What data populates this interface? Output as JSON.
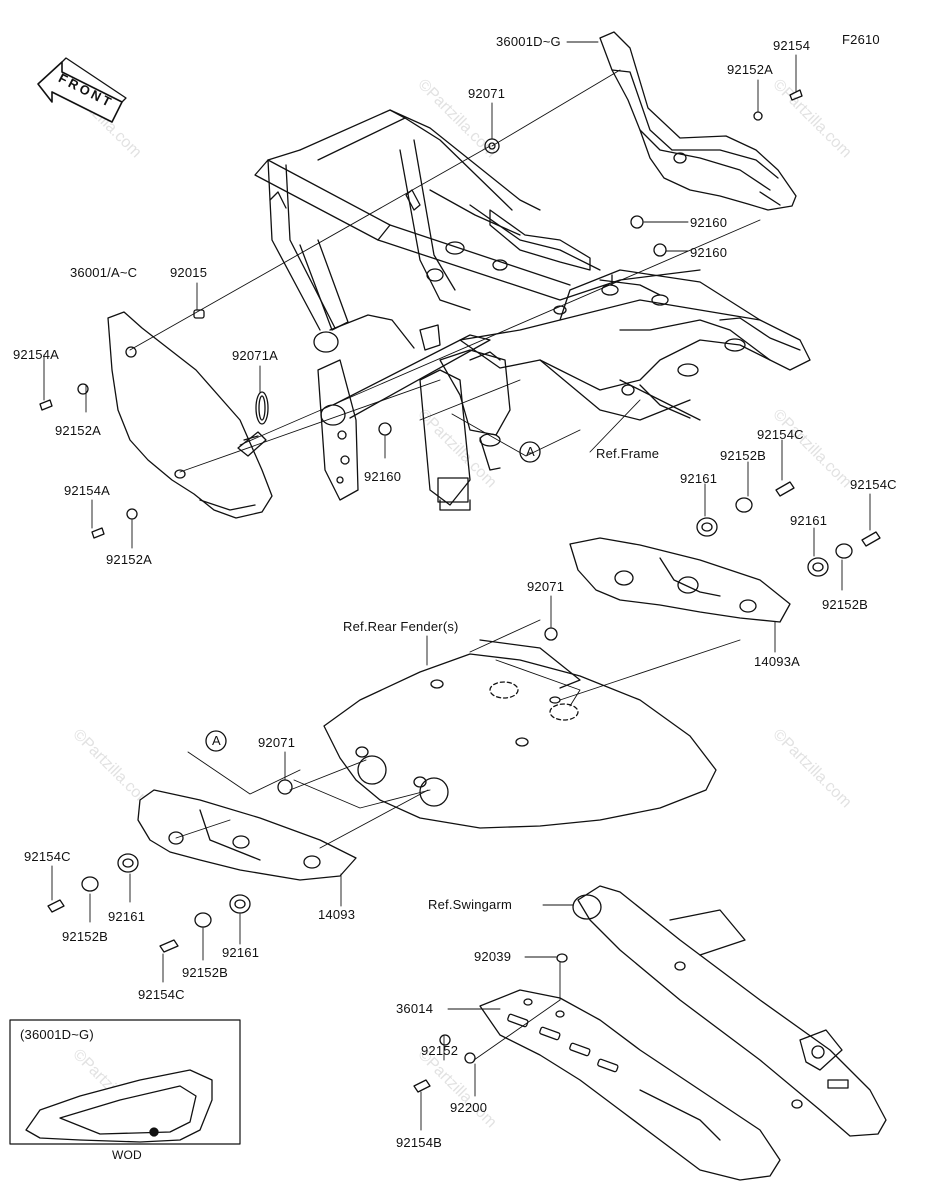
{
  "figure_code": "F2610",
  "front_arrow_text": "FRONT",
  "watermark": "©Partzilla.com",
  "callouts": {
    "c36001DG_top": "36001D~G",
    "c92154_top": "92154",
    "c92152A_top": "92152A",
    "c92071_top": "92071",
    "c92160_a": "92160",
    "c92160_b": "92160",
    "c36001AC": "36001/A~C",
    "c92015": "92015",
    "c92154A_a": "92154A",
    "c92071A": "92071A",
    "c92152A_a": "92152A",
    "c92154A_b": "92154A",
    "c92152A_b": "92152A",
    "c92160_c": "92160",
    "refA_upper": "A",
    "ref_frame": "Ref.Frame",
    "c92154C_a": "92154C",
    "c92152B_a": "92152B",
    "c92161_a": "92161",
    "c92154C_b": "92154C",
    "c92161_b": "92161",
    "c92152B_b": "92152B",
    "c14093A": "14093A",
    "c92071_mid": "92071",
    "ref_rear_fender": "Ref.Rear Fender(s)",
    "refA_lower": "A",
    "c92071_low": "92071",
    "c92154C_c": "92154C",
    "c92161_c": "92161",
    "c92152B_c": "92152B",
    "c14093": "14093",
    "c92152B_d": "92152B",
    "c92161_d": "92161",
    "c92154C_d": "92154C",
    "ref_swingarm": "Ref.Swingarm",
    "c92039": "92039",
    "c36014": "36014",
    "c92152": "92152",
    "c92200": "92200",
    "c92154B": "92154B"
  },
  "inset": {
    "title": "(36001D~G)",
    "caption": "WOD"
  }
}
